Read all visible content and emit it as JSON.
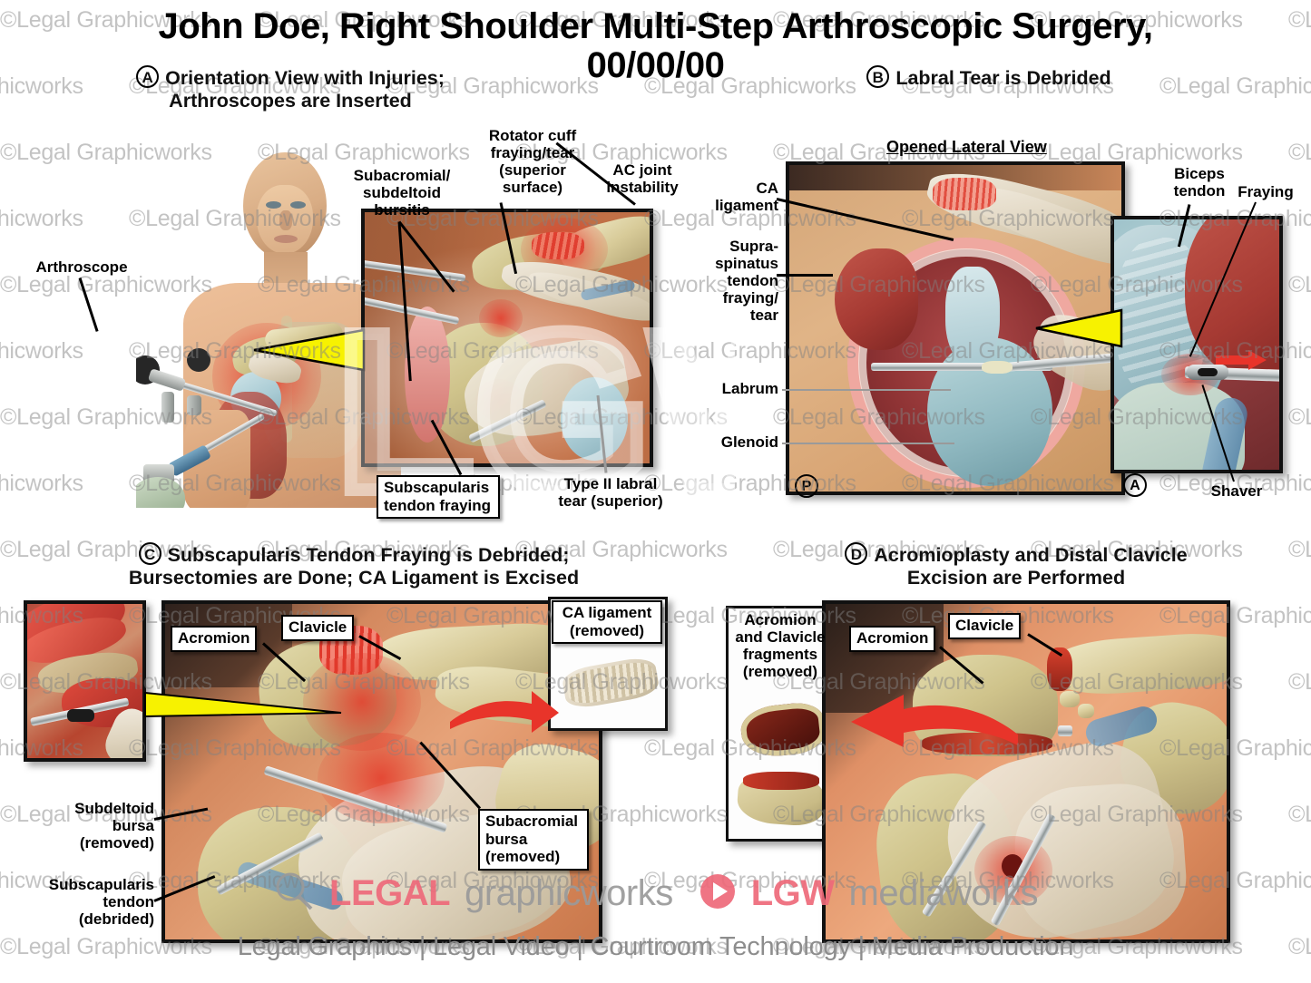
{
  "document": {
    "title_line1": "John Doe, Right Shoulder Multi-Step Arthroscopic Surgery,",
    "title_line2": "00/00/00",
    "watermark_text": "©Legal Graphicworks",
    "ghost_watermark": "LGW"
  },
  "panels": {
    "a": {
      "letter": "A",
      "title_line1": "Orientation View with Injuries;",
      "title_line2": "Arthroscopes are Inserted",
      "labels": {
        "arthroscope": "Arthroscope",
        "subacromial_bursitis": "Subacromial/\nsubdeltoid\nbursitis",
        "subacromial_bursitis_l1": "Subacromial/",
        "subacromial_bursitis_l2": "subdeltoid",
        "subacromial_bursitis_l3": "bursitis",
        "rotator_cuff_l1": "Rotator cuff",
        "rotator_cuff_l2": "fraying/tear",
        "rotator_cuff_l3": "(superior",
        "rotator_cuff_l4": "surface)",
        "ac_joint_l1": "AC joint",
        "ac_joint_l2": "instability",
        "subscapularis_l1": "Subscapularis",
        "subscapularis_l2": "tendon fraying",
        "labral_tear_l1": "Type II labral",
        "labral_tear_l2": "tear (superior)"
      }
    },
    "b": {
      "letter": "B",
      "title": "Labral Tear is Debrided",
      "caption": "Opened Lateral View",
      "labels": {
        "ca_ligament_l1": "CA",
        "ca_ligament_l2": "ligament",
        "supraspinatus_l1": "Supra-",
        "supraspinatus_l2": "spinatus",
        "supraspinatus_l3": "tendon",
        "supraspinatus_l4": "fraying/",
        "supraspinatus_l5": "tear",
        "labrum": "Labrum",
        "glenoid": "Glenoid",
        "biceps_l1": "Biceps",
        "biceps_l2": "tendon",
        "fraying": "Fraying",
        "shaver": "Shaver"
      },
      "markers": {
        "posterior": "P",
        "anterior": "A"
      }
    },
    "c": {
      "letter": "C",
      "title_line1": "Subscapularis Tendon Fraying is Debrided;",
      "title_line2": "Bursectomies are Done; CA Ligament is Excised",
      "labels": {
        "acromion": "Acromion",
        "clavicle": "Clavicle",
        "ca_ligament_l1": "CA ligament",
        "ca_ligament_l2": "(removed)",
        "subdeltoid_l1": "Subdeltoid",
        "subdeltoid_l2": "bursa",
        "subdeltoid_l3": "(removed)",
        "subscapularis_l1": "Subscapularis",
        "subscapularis_l2": "tendon",
        "subscapularis_l3": "(debrided)",
        "subacromial_l1": "Subacromial",
        "subacromial_l2": "bursa",
        "subacromial_l3": "(removed)"
      }
    },
    "d": {
      "letter": "D",
      "title_line1": "Acromioplasty and Distal Clavicle",
      "title_line2": "Excision are Performed",
      "labels": {
        "fragments_l1": "Acromion",
        "fragments_l2": "and Clavicle",
        "fragments_l3": "fragments",
        "fragments_l4": "(removed)",
        "acromion": "Acromion",
        "clavicle": "Clavicle"
      }
    }
  },
  "footer": {
    "logo_legal": "LEGAL",
    "logo_graphicworks": "graphicworks",
    "logo_lgw": "LGW",
    "logo_mediaworks": "mediaworks",
    "tagline": "Legal Graphics | Legal Video | Courtroom Technology | Media Production"
  },
  "colors": {
    "accent_red": "#ee6a7a",
    "wedge_yellow": "#f7f200",
    "arrow_red": "#e8342a",
    "watermark_grey": "#828282"
  }
}
